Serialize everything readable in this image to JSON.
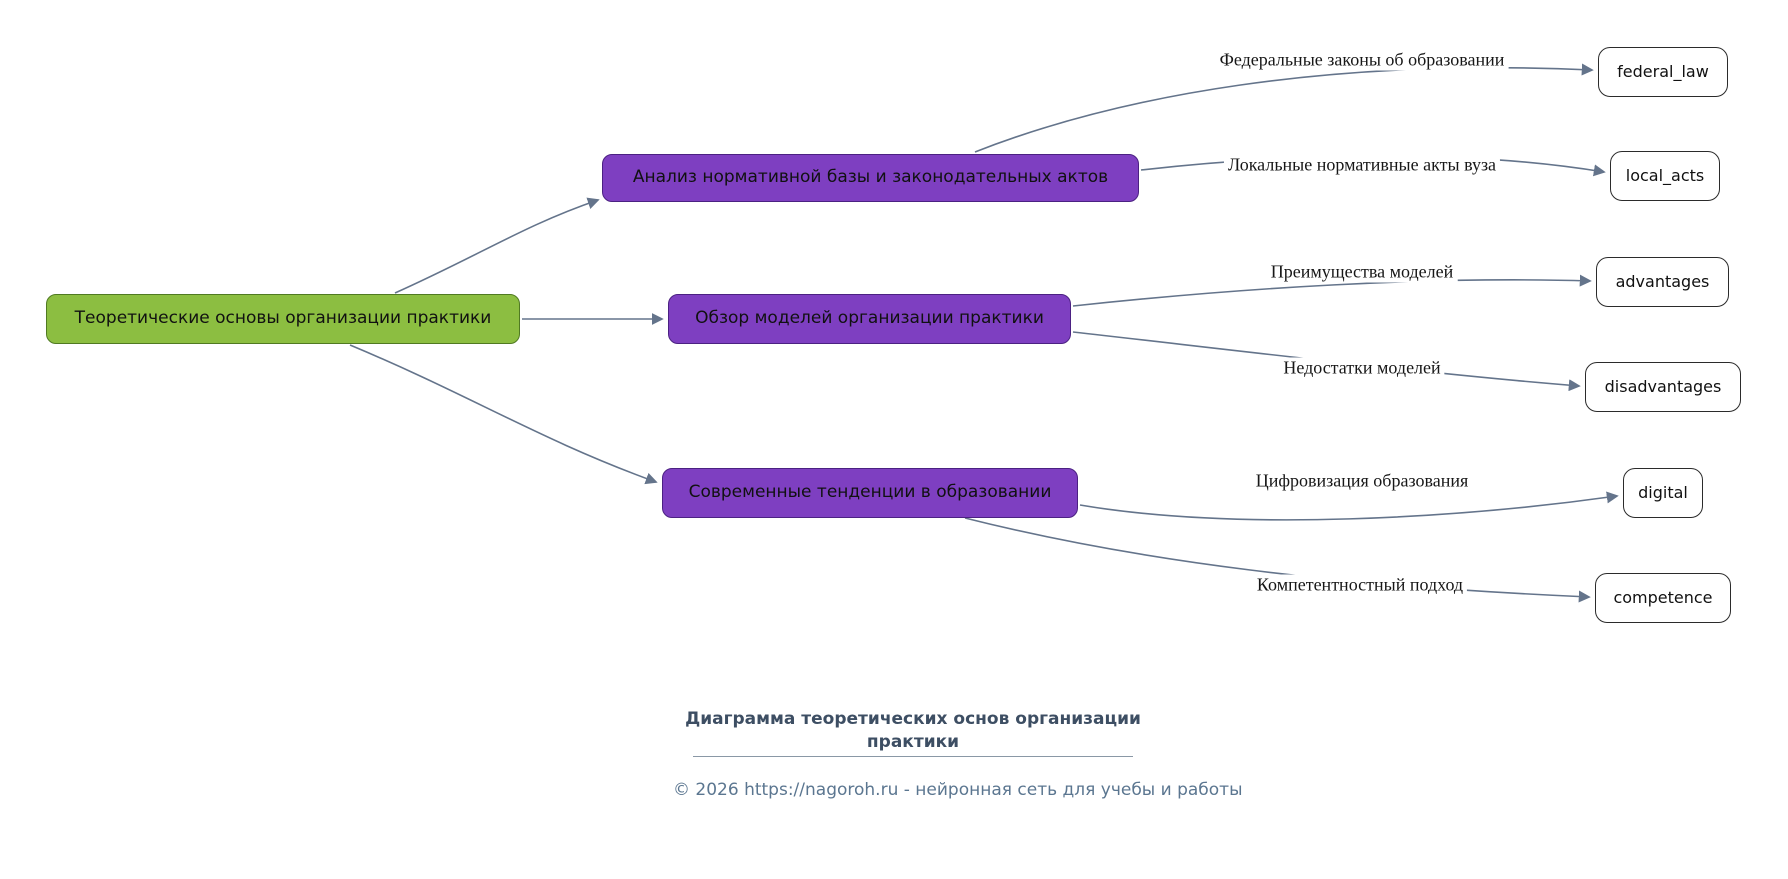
{
  "diagram": {
    "root": {
      "label": "Теоретические основы организации практики"
    },
    "branches": [
      {
        "id": "normative",
        "label": "Анализ нормативной базы и законодательных актов"
      },
      {
        "id": "models",
        "label": "Обзор моделей организации практики"
      },
      {
        "id": "trends",
        "label": "Современные тенденции в образовании"
      }
    ],
    "leaves": [
      {
        "id": "federal_law",
        "label": "federal_law",
        "edge_label": "Федеральные законы об образовании",
        "parent": "normative"
      },
      {
        "id": "local_acts",
        "label": "local_acts",
        "edge_label": "Локальные нормативные акты вуза",
        "parent": "normative"
      },
      {
        "id": "advantages",
        "label": "advantages",
        "edge_label": "Преимущества моделей",
        "parent": "models"
      },
      {
        "id": "disadvantages",
        "label": "disadvantages",
        "edge_label": "Недостатки моделей",
        "parent": "models"
      },
      {
        "id": "digital",
        "label": "digital",
        "edge_label": "Цифровизация образования",
        "parent": "trends"
      },
      {
        "id": "competence",
        "label": "competence",
        "edge_label": "Компетентностный подход",
        "parent": "trends"
      }
    ],
    "caption": "Диаграмма теоретических основ организации практики",
    "footer": "© 2026 https://nagoroh.ru - нейронная сеть для учебы и работы",
    "colors": {
      "root_fill": "#8CBE41",
      "root_stroke": "#507A22",
      "branch_fill": "#7E3FC1",
      "branch_stroke": "#4B2182",
      "leaf_fill": "#FFFFFF",
      "leaf_stroke": "#2B2B2B",
      "edge": "#64748B",
      "caption_color": "#3D4E63",
      "footer_color": "#5B7690"
    }
  }
}
